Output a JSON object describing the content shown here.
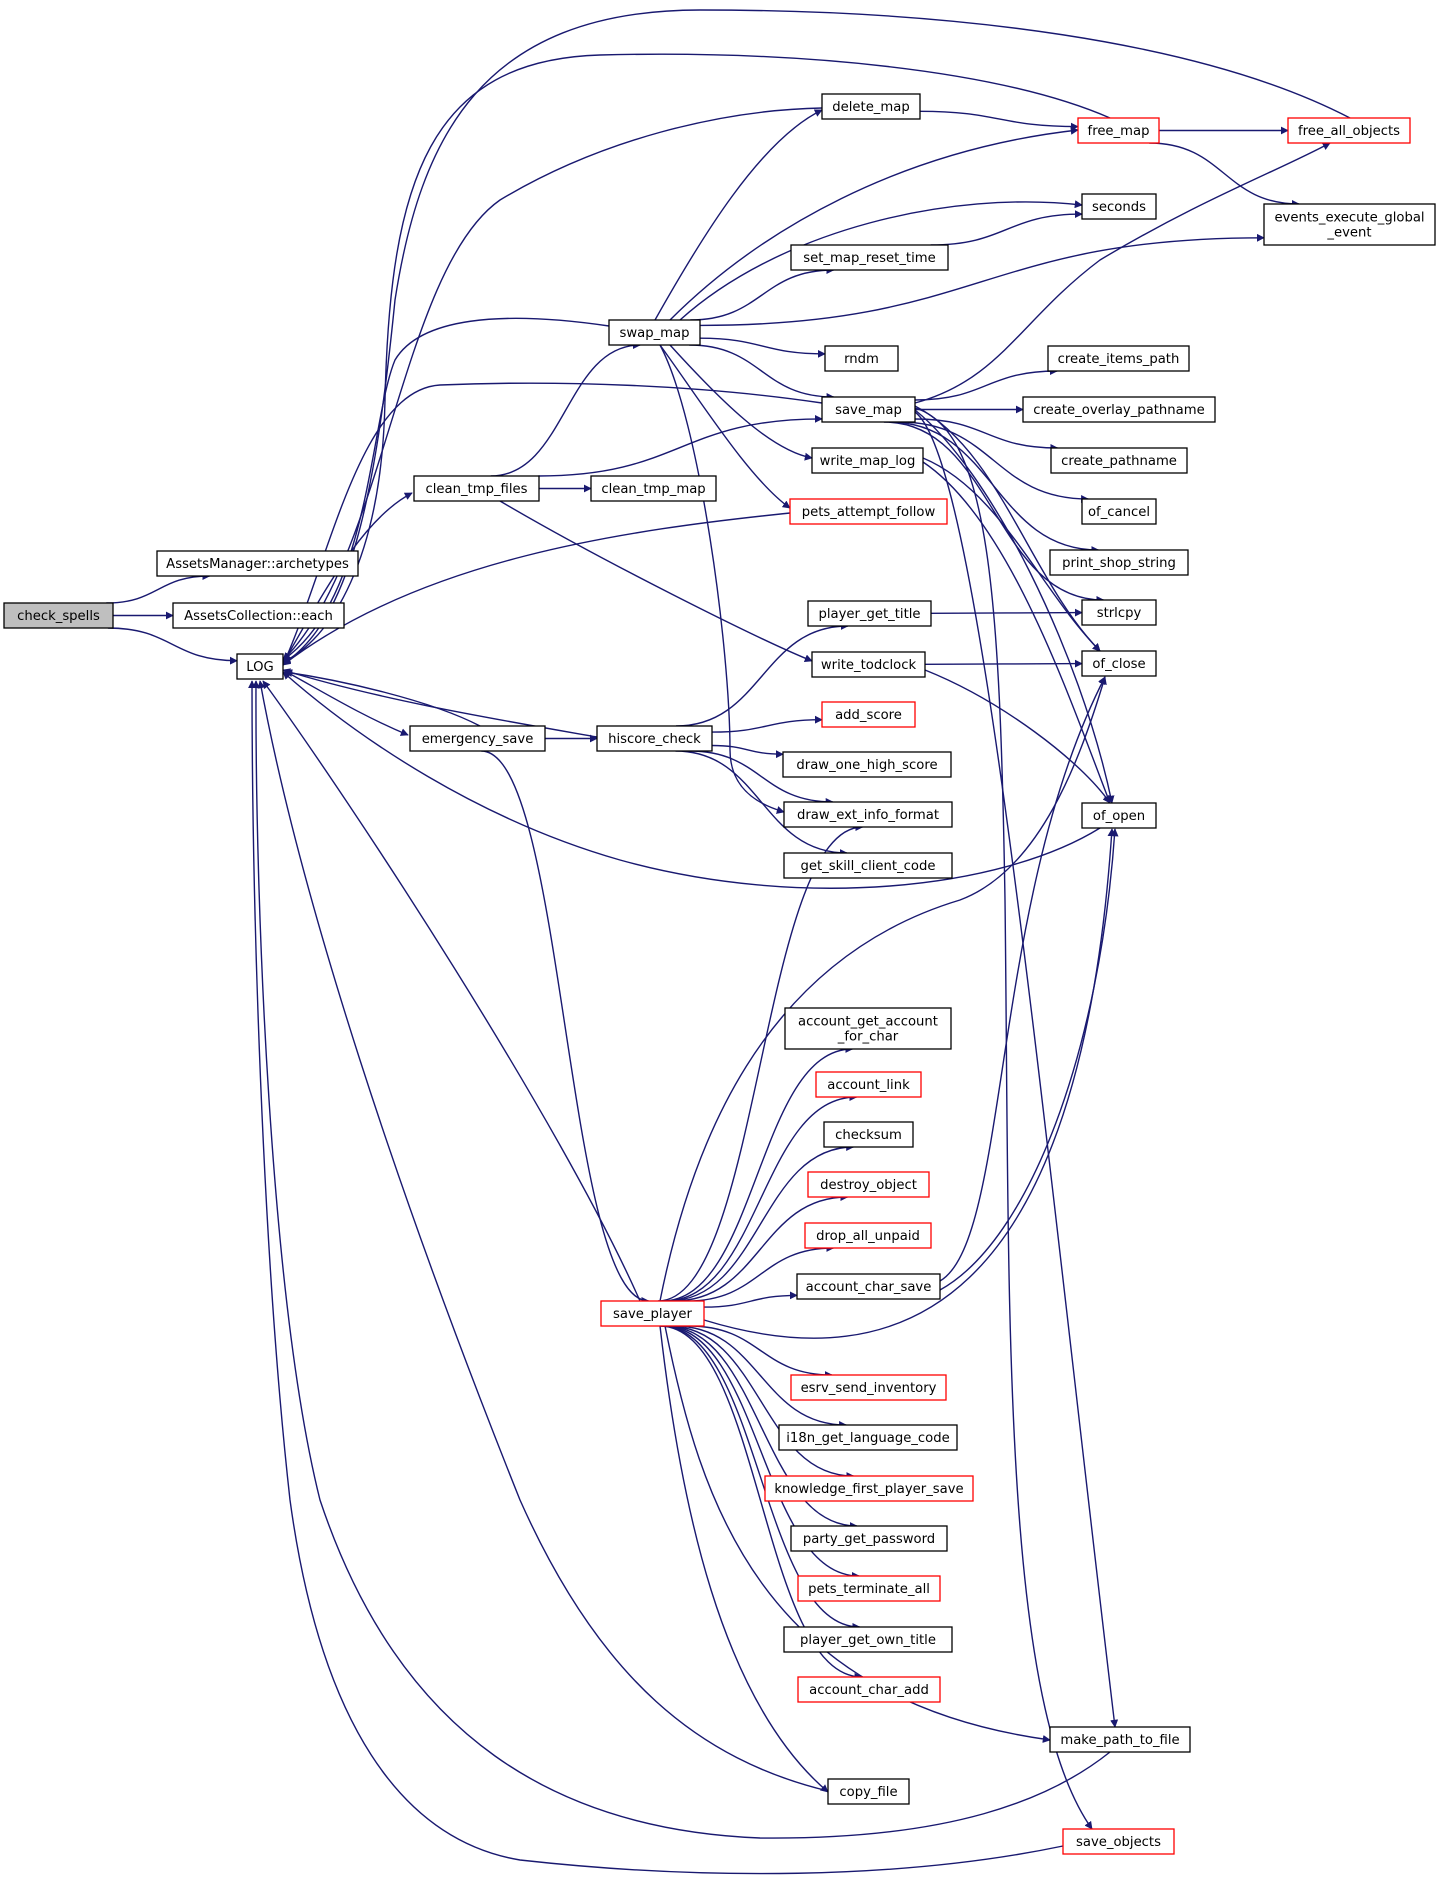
{
  "colors": {
    "edge": "#191970",
    "node_border": "#000000",
    "node_border_incomplete": "#ff0000",
    "root_fill": "#bfbfbf",
    "node_fill": "#ffffff"
  },
  "nodes": [
    {
      "id": "check_spells",
      "label": "check_spells",
      "style": "root"
    },
    {
      "id": "archetypes",
      "label": "AssetsManager::archetypes",
      "style": "normal"
    },
    {
      "id": "each",
      "label": "AssetsCollection::each",
      "style": "normal"
    },
    {
      "id": "LOG",
      "label": "LOG",
      "style": "normal"
    },
    {
      "id": "clean_tmp_files",
      "label": "clean_tmp_files",
      "style": "normal"
    },
    {
      "id": "emergency_save",
      "label": "emergency_save",
      "style": "normal"
    },
    {
      "id": "swap_map",
      "label": "swap_map",
      "style": "normal"
    },
    {
      "id": "clean_tmp_map",
      "label": "clean_tmp_map",
      "style": "normal"
    },
    {
      "id": "hiscore_check",
      "label": "hiscore_check",
      "style": "normal"
    },
    {
      "id": "save_player",
      "label": "save_player",
      "style": "incomplete"
    },
    {
      "id": "delete_map",
      "label": "delete_map",
      "style": "normal"
    },
    {
      "id": "set_map_reset_time",
      "label": "set_map_reset_time",
      "style": "normal"
    },
    {
      "id": "rndm",
      "label": "rndm",
      "style": "normal"
    },
    {
      "id": "save_map",
      "label": "save_map",
      "style": "normal"
    },
    {
      "id": "write_map_log",
      "label": "write_map_log",
      "style": "normal"
    },
    {
      "id": "pets_attempt_follow",
      "label": "pets_attempt_follow",
      "style": "incomplete"
    },
    {
      "id": "player_get_title",
      "label": "player_get_title",
      "style": "normal"
    },
    {
      "id": "write_todclock",
      "label": "write_todclock",
      "style": "normal"
    },
    {
      "id": "add_score",
      "label": "add_score",
      "style": "incomplete"
    },
    {
      "id": "draw_one_high_score",
      "label": "draw_one_high_score",
      "style": "normal"
    },
    {
      "id": "draw_ext_info_format",
      "label": "draw_ext_info_format",
      "style": "normal"
    },
    {
      "id": "get_skill_client_code",
      "label": "get_skill_client_code",
      "style": "normal"
    },
    {
      "id": "account_get_account_for_char",
      "label": "account_get_account\n_for_char",
      "style": "normal"
    },
    {
      "id": "account_link",
      "label": "account_link",
      "style": "incomplete"
    },
    {
      "id": "checksum",
      "label": "checksum",
      "style": "normal"
    },
    {
      "id": "destroy_object",
      "label": "destroy_object",
      "style": "incomplete"
    },
    {
      "id": "drop_all_unpaid",
      "label": "drop_all_unpaid",
      "style": "incomplete"
    },
    {
      "id": "account_char_save",
      "label": "account_char_save",
      "style": "normal"
    },
    {
      "id": "esrv_send_inventory",
      "label": "esrv_send_inventory",
      "style": "incomplete"
    },
    {
      "id": "i18n_get_language_code",
      "label": "i18n_get_language_code",
      "style": "normal"
    },
    {
      "id": "knowledge_first_player_save",
      "label": "knowledge_first_player_save",
      "style": "incomplete"
    },
    {
      "id": "party_get_password",
      "label": "party_get_password",
      "style": "normal"
    },
    {
      "id": "pets_terminate_all",
      "label": "pets_terminate_all",
      "style": "incomplete"
    },
    {
      "id": "player_get_own_title",
      "label": "player_get_own_title",
      "style": "normal"
    },
    {
      "id": "account_char_add",
      "label": "account_char_add",
      "style": "incomplete"
    },
    {
      "id": "copy_file",
      "label": "copy_file",
      "style": "normal"
    },
    {
      "id": "free_map",
      "label": "free_map",
      "style": "incomplete"
    },
    {
      "id": "seconds",
      "label": "seconds",
      "style": "normal"
    },
    {
      "id": "create_items_path",
      "label": "create_items_path",
      "style": "normal"
    },
    {
      "id": "create_overlay_pathname",
      "label": "create_overlay_pathname",
      "style": "normal"
    },
    {
      "id": "create_pathname",
      "label": "create_pathname",
      "style": "normal"
    },
    {
      "id": "of_cancel",
      "label": "of_cancel",
      "style": "normal"
    },
    {
      "id": "print_shop_string",
      "label": "print_shop_string",
      "style": "normal"
    },
    {
      "id": "strlcpy",
      "label": "strlcpy",
      "style": "normal"
    },
    {
      "id": "of_close",
      "label": "of_close",
      "style": "normal"
    },
    {
      "id": "of_open",
      "label": "of_open",
      "style": "normal"
    },
    {
      "id": "make_path_to_file",
      "label": "make_path_to_file",
      "style": "normal"
    },
    {
      "id": "save_objects",
      "label": "save_objects",
      "style": "incomplete"
    },
    {
      "id": "free_all_objects",
      "label": "free_all_objects",
      "style": "incomplete"
    },
    {
      "id": "events_execute_global_event",
      "label": "events_execute_global\n_event",
      "style": "normal"
    }
  ],
  "edges": [
    [
      "check_spells",
      "archetypes"
    ],
    [
      "check_spells",
      "each"
    ],
    [
      "check_spells",
      "LOG"
    ],
    [
      "LOG",
      "clean_tmp_files"
    ],
    [
      "LOG",
      "emergency_save"
    ],
    [
      "clean_tmp_files",
      "swap_map"
    ],
    [
      "clean_tmp_files",
      "clean_tmp_map"
    ],
    [
      "clean_tmp_files",
      "save_map"
    ],
    [
      "clean_tmp_files",
      "write_todclock"
    ],
    [
      "emergency_save",
      "LOG"
    ],
    [
      "emergency_save",
      "hiscore_check"
    ],
    [
      "emergency_save",
      "save_player"
    ],
    [
      "swap_map",
      "LOG"
    ],
    [
      "swap_map",
      "delete_map"
    ],
    [
      "swap_map",
      "free_map"
    ],
    [
      "swap_map",
      "seconds"
    ],
    [
      "swap_map",
      "set_map_reset_time"
    ],
    [
      "swap_map",
      "events_execute_global_event"
    ],
    [
      "swap_map",
      "rndm"
    ],
    [
      "swap_map",
      "save_map"
    ],
    [
      "swap_map",
      "write_map_log"
    ],
    [
      "swap_map",
      "pets_attempt_follow"
    ],
    [
      "swap_map",
      "draw_ext_info_format"
    ],
    [
      "delete_map",
      "LOG"
    ],
    [
      "delete_map",
      "free_map"
    ],
    [
      "free_map",
      "LOG"
    ],
    [
      "free_map",
      "free_all_objects"
    ],
    [
      "free_map",
      "events_execute_global_event"
    ],
    [
      "free_all_objects",
      "LOG"
    ],
    [
      "set_map_reset_time",
      "seconds"
    ],
    [
      "save_map",
      "LOG"
    ],
    [
      "save_map",
      "free_all_objects"
    ],
    [
      "save_map",
      "create_items_path"
    ],
    [
      "save_map",
      "create_overlay_pathname"
    ],
    [
      "save_map",
      "create_pathname"
    ],
    [
      "save_map",
      "of_cancel"
    ],
    [
      "save_map",
      "print_shop_string"
    ],
    [
      "save_map",
      "strlcpy"
    ],
    [
      "save_map",
      "of_close"
    ],
    [
      "save_map",
      "of_open"
    ],
    [
      "save_map",
      "make_path_to_file"
    ],
    [
      "save_map",
      "save_objects"
    ],
    [
      "write_map_log",
      "of_close"
    ],
    [
      "write_map_log",
      "of_open"
    ],
    [
      "write_todclock",
      "of_close"
    ],
    [
      "write_todclock",
      "of_open"
    ],
    [
      "player_get_title",
      "strlcpy"
    ],
    [
      "pets_attempt_follow",
      "LOG"
    ],
    [
      "hiscore_check",
      "LOG"
    ],
    [
      "hiscore_check",
      "player_get_title"
    ],
    [
      "hiscore_check",
      "add_score"
    ],
    [
      "hiscore_check",
      "draw_one_high_score"
    ],
    [
      "hiscore_check",
      "draw_ext_info_format"
    ],
    [
      "hiscore_check",
      "get_skill_client_code"
    ],
    [
      "of_open",
      "LOG"
    ],
    [
      "save_player",
      "LOG"
    ],
    [
      "save_player",
      "draw_ext_info_format"
    ],
    [
      "save_player",
      "of_close"
    ],
    [
      "save_player",
      "of_open"
    ],
    [
      "save_player",
      "account_get_account_for_char"
    ],
    [
      "save_player",
      "account_link"
    ],
    [
      "save_player",
      "checksum"
    ],
    [
      "save_player",
      "destroy_object"
    ],
    [
      "save_player",
      "drop_all_unpaid"
    ],
    [
      "save_player",
      "account_char_save"
    ],
    [
      "save_player",
      "esrv_send_inventory"
    ],
    [
      "save_player",
      "i18n_get_language_code"
    ],
    [
      "save_player",
      "knowledge_first_player_save"
    ],
    [
      "save_player",
      "party_get_password"
    ],
    [
      "save_player",
      "pets_terminate_all"
    ],
    [
      "save_player",
      "player_get_own_title"
    ],
    [
      "save_player",
      "account_char_add"
    ],
    [
      "save_player",
      "copy_file"
    ],
    [
      "save_player",
      "make_path_to_file"
    ],
    [
      "account_char_save",
      "of_close"
    ],
    [
      "account_char_save",
      "of_open"
    ],
    [
      "copy_file",
      "LOG"
    ],
    [
      "make_path_to_file",
      "LOG"
    ],
    [
      "save_objects",
      "LOG"
    ]
  ]
}
